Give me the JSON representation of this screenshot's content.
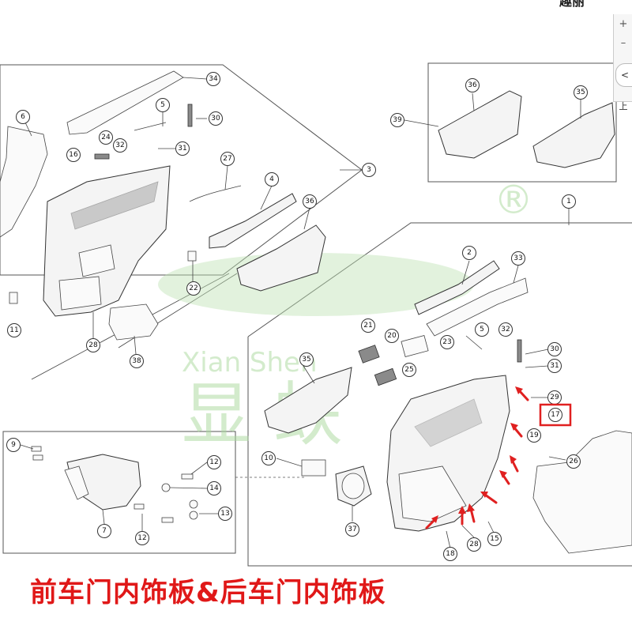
{
  "header": {
    "top_text": "趣丽"
  },
  "zoom": {
    "plus": "+",
    "minus": "–",
    "prev": "<",
    "up": "上"
  },
  "watermark": {
    "pinyin": "Xian Shen",
    "chars": "显 蚨",
    "registered": "®"
  },
  "caption": "前车门内饰板&后车门内饰板",
  "callouts": [
    "34",
    "5",
    "30",
    "6",
    "24",
    "32",
    "31",
    "16",
    "27",
    "3",
    "4",
    "36",
    "22",
    "11",
    "28",
    "38",
    "39",
    "36",
    "35",
    "1",
    "2",
    "33",
    "21",
    "20",
    "23",
    "5",
    "32",
    "30",
    "31",
    "35",
    "25",
    "29",
    "17",
    "19",
    "26",
    "9",
    "12",
    "10",
    "14",
    "7",
    "13",
    "12",
    "37",
    "28",
    "15",
    "18"
  ],
  "colors": {
    "caption": "#e01818",
    "arrow": "#e02020",
    "highlight_box": "#e02020",
    "watermark": "#a8d99b"
  }
}
